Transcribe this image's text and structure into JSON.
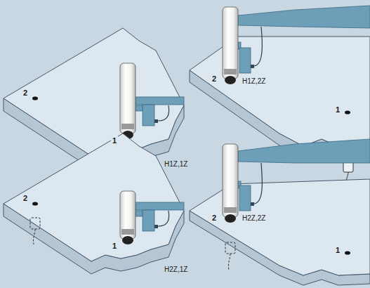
{
  "diagram": {
    "labels": [
      "2",
      "1",
      "H1Z,1Z",
      "2",
      "H1Z,2Z",
      "1",
      "2",
      "1",
      "H2Z,1Z",
      "2",
      "H2Z,2Z",
      "1"
    ]
  }
}
